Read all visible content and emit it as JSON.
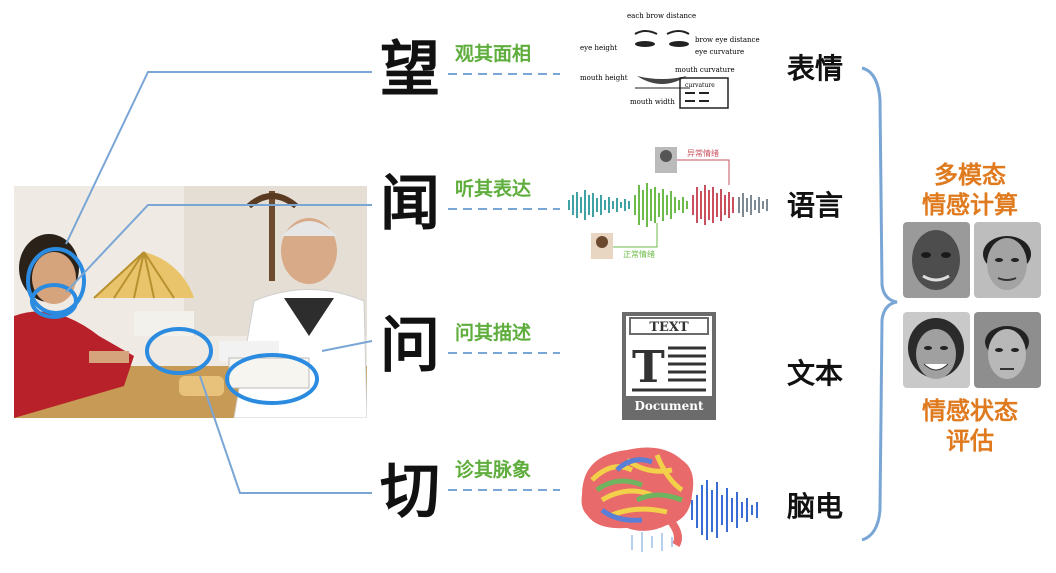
{
  "rows": [
    {
      "char": "望",
      "method": "观其面相",
      "category": "表情"
    },
    {
      "char": "闻",
      "method": "听其表达",
      "category": "语言"
    },
    {
      "char": "问",
      "method": "问其描述",
      "category": "文本"
    },
    {
      "char": "切",
      "method": "诊其脉象",
      "category": "脑电"
    }
  ],
  "result": {
    "top": "多模态\n情感计算",
    "bottom": "情感状态\n评估"
  },
  "face_diagram": {
    "each_brow": "each brow distance",
    "brow_eye": "brow eye distance",
    "eye_curv": "eye curvature",
    "eye_height": "eye height",
    "mouth_curv": "mouth curvature",
    "mouth_height": "mouth height",
    "mouth_width": "mouth width",
    "curvature": "curvature"
  },
  "speech_labels": {
    "abnormal": "异常情绪",
    "normal": "正常情绪"
  },
  "doc_icon": {
    "text": "TEXT",
    "letter": "T",
    "document": "Document"
  },
  "colors": {
    "green": "#5fae3d",
    "blue": "#7aa6d6",
    "orange": "#e07a1f"
  }
}
